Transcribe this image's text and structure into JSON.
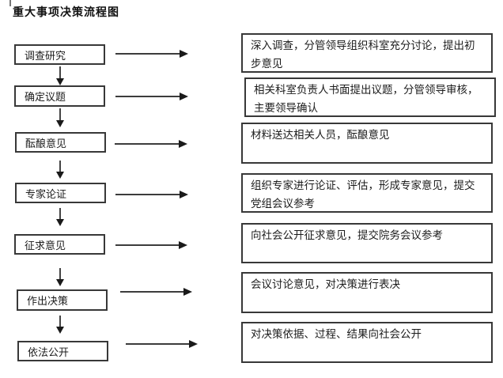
{
  "title": "重大事项决策流程图",
  "colors": {
    "background": "#ffffff",
    "border": "#383838",
    "text": "#1c1c1c",
    "arrow": "#1a1a1a"
  },
  "icons": {
    "arrow_right": "→",
    "arrow_down": "↓"
  },
  "flow": {
    "steps": [
      {
        "label": "调查研究",
        "desc": "深入调查，分管领导组织科室充分讨论，提出初步意见"
      },
      {
        "label": "确定议题",
        "desc": "相关科室负责人书面提出议题，分管领导审核，主要领导确认"
      },
      {
        "label": "酝酿意见",
        "desc": "材料送达相关人员，酝酿意见"
      },
      {
        "label": "专家论证",
        "desc": "组织专家进行论证、评估，形成专家意见，提交党组会议参考"
      },
      {
        "label": "征求意见",
        "desc": "向社会公开征求意见，提交院务会议参考"
      },
      {
        "label": "作出决策",
        "desc": "会议讨论意见，对决策进行表决"
      },
      {
        "label": "依法公开",
        "desc": "对决策依据、过程、结果向社会公开"
      }
    ]
  }
}
